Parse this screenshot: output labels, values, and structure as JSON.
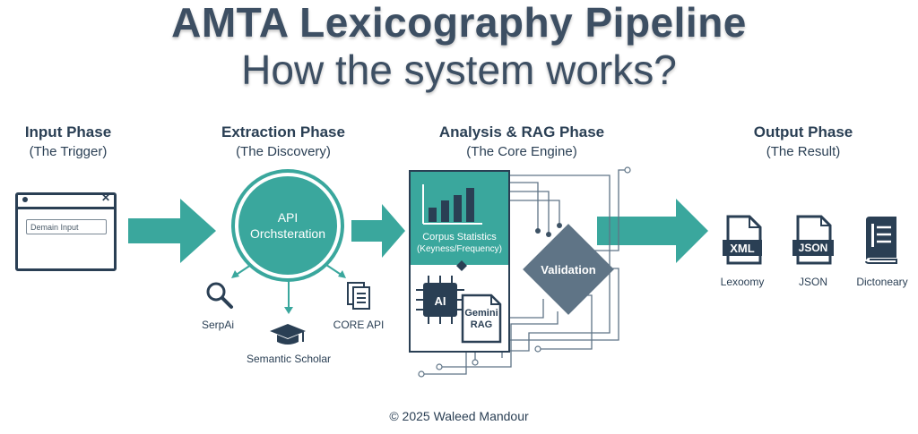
{
  "title": {
    "line1": "AMTA Lexicography Pipeline",
    "line2": "How the system works?"
  },
  "phases": [
    {
      "name": "Input Phase",
      "sub": "(The Trigger)"
    },
    {
      "name": "Extraction Phase",
      "sub": "(The Discovery)"
    },
    {
      "name": "Analysis & RAG Phase",
      "sub": "(The Core Engine)"
    },
    {
      "name": "Output Phase",
      "sub": "(The Result)"
    }
  ],
  "input": {
    "field_placeholder": "Demain Input",
    "close_glyph": "✕"
  },
  "extraction": {
    "center_line1": "API",
    "center_line2": "Orchsteration",
    "sources": [
      {
        "label": "SerpAi",
        "icon": "search-icon"
      },
      {
        "label": "Semantic Scholar",
        "icon": "graduation-cap-icon"
      },
      {
        "label": "CORE API",
        "icon": "documents-icon"
      }
    ]
  },
  "analysis": {
    "stats_line1": "Corpus Statistics",
    "stats_line2": "(Keyness/Frequency)",
    "ai_label": "AI",
    "rag_line1": "Gemini",
    "rag_line2": "RAG",
    "validation": "Validation"
  },
  "outputs": [
    {
      "label": "Lexoomy",
      "badge": "XML",
      "icon": "xml-file-icon"
    },
    {
      "label": "JSON",
      "badge": "JSON",
      "icon": "json-file-icon"
    },
    {
      "label": "Dictoneary",
      "badge": "",
      "icon": "dictionary-book-icon"
    }
  ],
  "colors": {
    "teal": "#3aa79d",
    "navy": "#2a3f54",
    "slate": "#5f7486"
  },
  "footer": "© 2025 Waleed Mandour"
}
